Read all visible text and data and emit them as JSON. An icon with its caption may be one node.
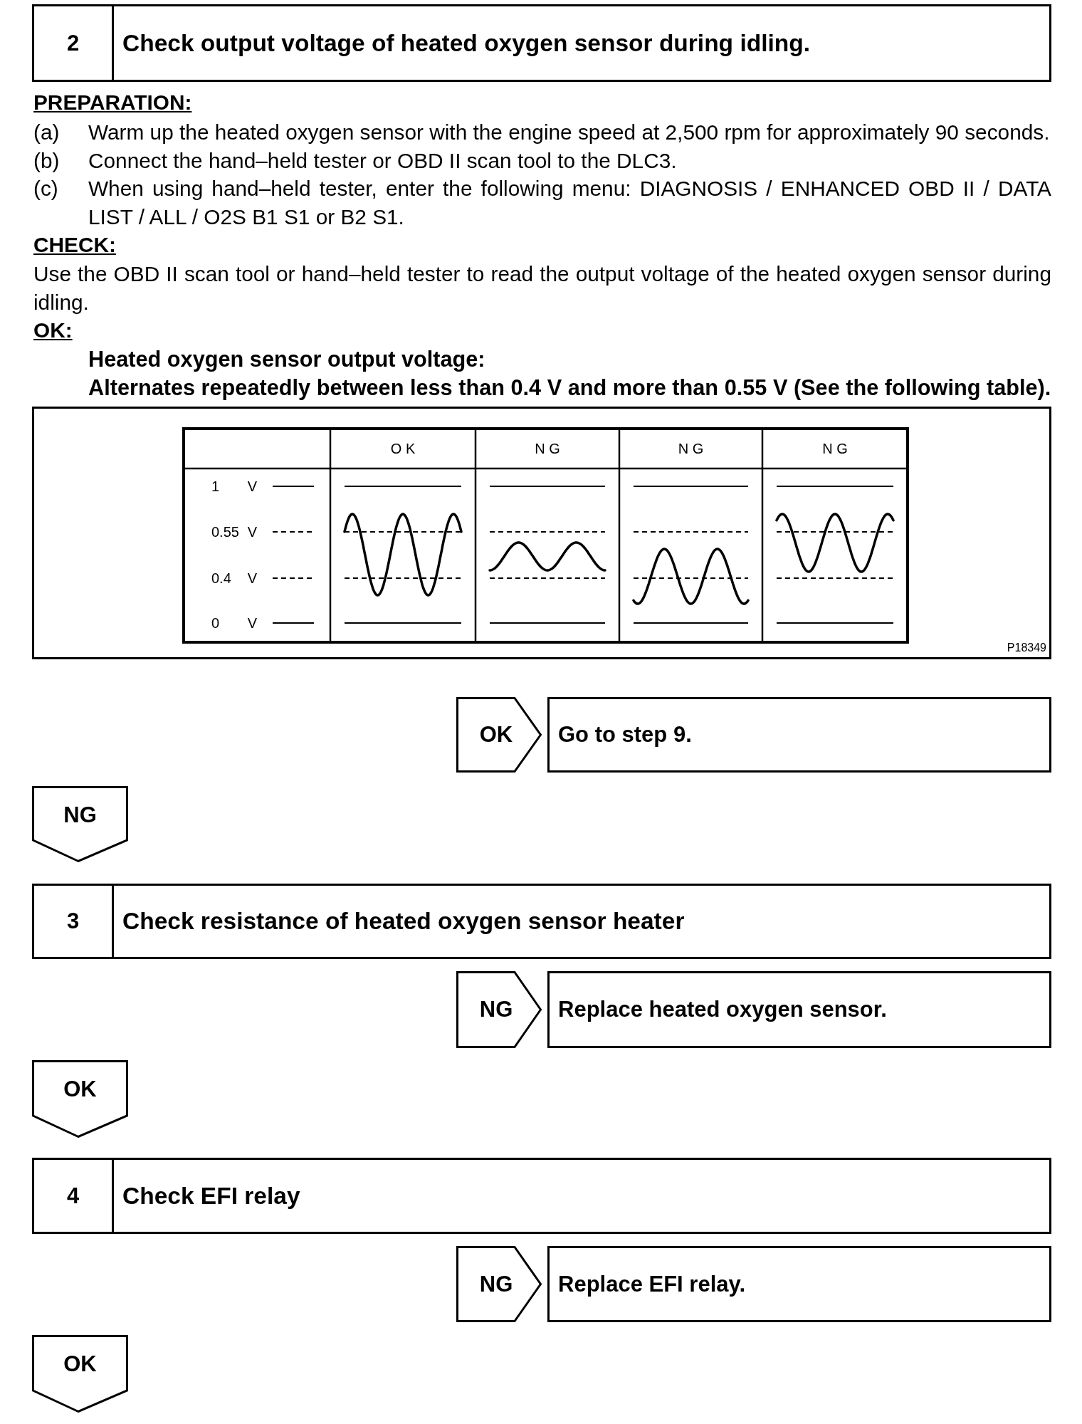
{
  "diagram": {
    "nodes": [
      {
        "text": [
          "2",
          "Check output voltage of heated oxygen sensor during idling."
        ]
      },
      {
        "text": [
          "Go to step 9."
        ]
      },
      {
        "text": [
          "NG"
        ]
      },
      {
        "text": [
          "3",
          "Check resistance of heated oxygen sensor heater"
        ]
      },
      {
        "text": [
          "Replace heated oxygen sensor."
        ]
      },
      {
        "text": [
          "OK"
        ]
      },
      {
        "text": [
          "4",
          "Check EFI relay"
        ]
      },
      {
        "text": [
          "Replace EFI relay."
        ]
      },
      {
        "text": [
          "OK"
        ]
      }
    ],
    "edges": [
      {
        "from": null,
        "to": 1,
        "arrow": "to",
        "label": "OK"
      },
      {
        "from": 3,
        "to": 4,
        "arrow": "to",
        "label": "NG"
      },
      {
        "from": 6,
        "to": 7,
        "arrow": "to",
        "label": "NG"
      }
    ],
    "labels": [
      "PREPARATION:",
      "(a)",
      "Warm up the heated oxygen sensor with the engine speed at 2,500 rpm for approximately 90 seconds.",
      "(b)",
      "Connect the hand–held tester or OBD II scan tool to the DLC3.",
      "(c)",
      "When using hand–held tester, enter the following menu: DIAGNOSIS / ENHANCED OBD II / DATA LIST / ALL / O2S B1 S1 or B2 S1.",
      "CHECK:",
      "Use the OBD II scan tool or hand–held tester to read the output voltage of the heated oxygen sensor during idling.",
      "OK:",
      "Heated oxygen sensor output voltage:",
      "Alternates repeatedly between less than 0.4 V and more than 0.55 V (See the following table).",
      "O K",
      "N G",
      "N G",
      "N G",
      "1 V",
      "0.55 V",
      "0.4 V",
      "0 V",
      "P18349"
    ]
  }
}
